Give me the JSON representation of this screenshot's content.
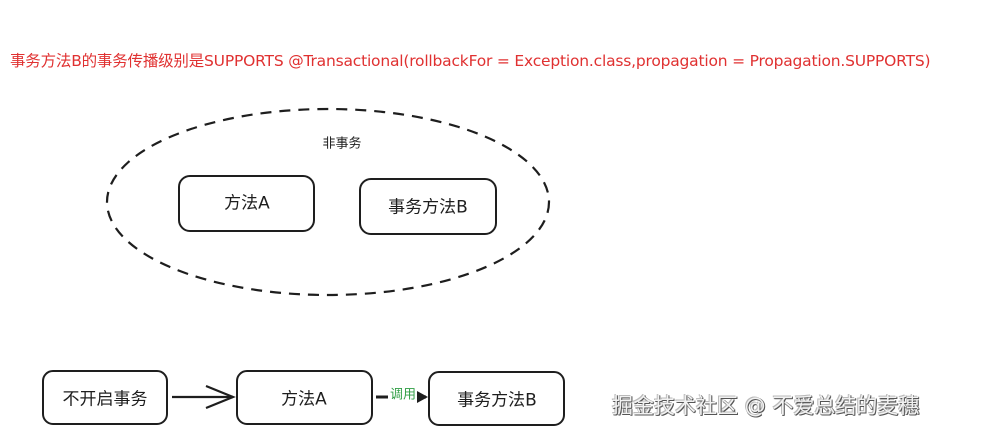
{
  "title": "事务方法B的事务传播级别是SUPPORTS @Transactional(rollbackFor = Exception.class,propagation = Propagation.SUPPORTS)",
  "colors": {
    "title": "#e03131",
    "stroke": "#1e1e1e",
    "edge_label": "#2f9e44"
  },
  "top_diagram": {
    "group_label": "非事务",
    "boxes": [
      {
        "id": "method-a",
        "label": "方法A"
      },
      {
        "id": "tx-method-b",
        "label": "事务方法B"
      }
    ]
  },
  "bottom_diagram": {
    "boxes": [
      {
        "id": "no-tx",
        "label": "不开启事务"
      },
      {
        "id": "method-a",
        "label": "方法A"
      },
      {
        "id": "tx-method-b",
        "label": "事务方法B"
      }
    ],
    "edges": [
      {
        "from": "no-tx",
        "to": "method-a",
        "label": ""
      },
      {
        "from": "method-a",
        "to": "tx-method-b",
        "label": "调用"
      }
    ]
  },
  "watermark": "掘金技术社区 @ 不爱总结的麦穗"
}
